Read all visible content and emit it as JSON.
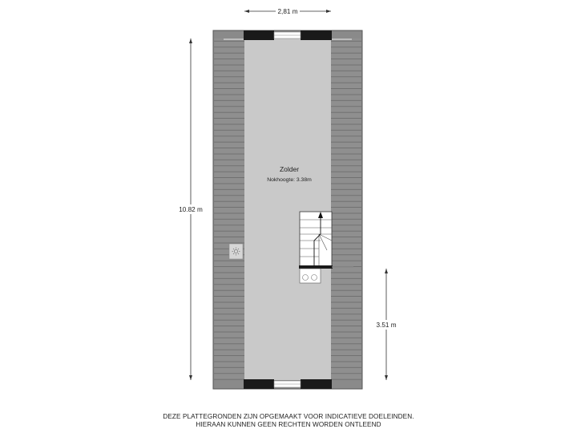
{
  "room": {
    "name": "Zolder",
    "ridge_height": "Nokhoogte: 3.38m"
  },
  "dimensions": {
    "width": "2,81 m",
    "length": "10.82 m",
    "section": "3.51 m"
  },
  "disclaimer": {
    "line1": "DEZE PLATTEGRONDEN ZIJN OPGEMAAKT VOOR INDICATIEVE DOELEINDEN.",
    "line2": "HIERAAN KUNNEN GEEN RECHTEN WORDEN ONTLEEND"
  },
  "colors": {
    "roof": "#8c8c8c",
    "roof_line": "#6e6e6e",
    "floor": "#c9c9c9",
    "wall": "#1a1a1a",
    "dimension_line": "#333333"
  },
  "icons": [
    "skylight-icon",
    "staircase-icon",
    "sun-icon"
  ]
}
